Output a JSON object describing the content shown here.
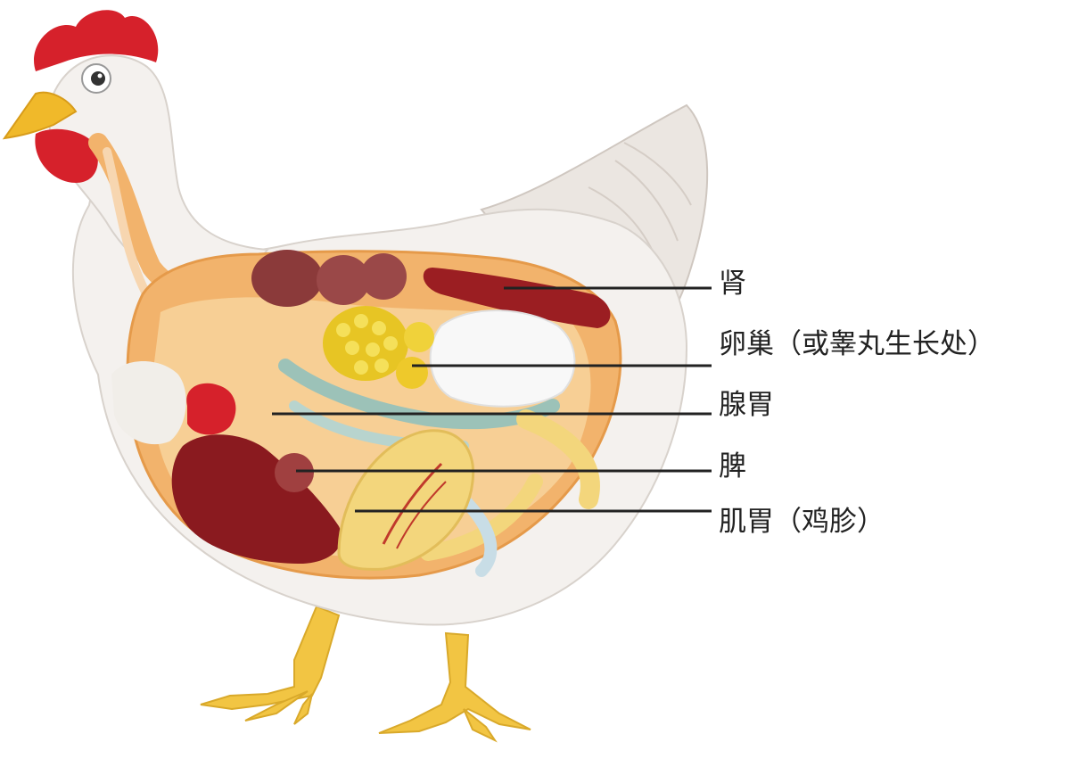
{
  "labels": {
    "kidney": "肾",
    "ovary": "卵巢（或睾丸生长处）",
    "proventriculus": "腺胃",
    "spleen": "脾",
    "gizzard": "肌胃（鸡胗）"
  },
  "colors": {
    "body_white": "#f4f1ee",
    "body_shadow": "#dcd6d0",
    "cavity_orange": "#f2b36c",
    "cavity_light": "#f7cf95",
    "comb_red": "#d6212b",
    "beak_yellow": "#f0b92a",
    "leg_yellow": "#f2c543",
    "liver_dark": "#8a1a1f",
    "kidney_red": "#9b1e22",
    "lung_brown": "#8b3a3a",
    "ovary_yellow": "#e7c524",
    "egg_white": "#f8f8f8",
    "intestine_teal": "#9cc2b8",
    "gizzard_yellow": "#f3d67c",
    "leader_line": "#222222"
  }
}
